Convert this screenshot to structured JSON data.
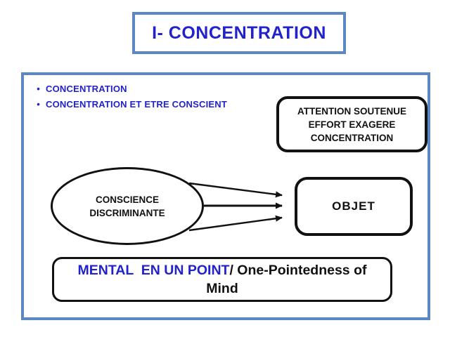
{
  "slide": {
    "title": "I- CONCENTRATION",
    "bullet_marker": "•",
    "bullets": [
      "CONCENTRATION",
      "CONCENTRATION ET ETRE CONSCIENT"
    ],
    "attention_box": {
      "lines": [
        "ATTENTION SOUTENUE",
        "EFFORT EXAGERE",
        "CONCENTRATION"
      ]
    },
    "ellipse": {
      "lines": [
        "CONSCIENCE",
        "DISCRIMINANTE"
      ]
    },
    "object_box": {
      "label": "OBJET"
    },
    "bottom_box": {
      "blue_text": "MENTAL  EN UN POINT",
      "black_text": "/ One-Pointedness of",
      "second_line": "Mind"
    },
    "colors": {
      "blue_text": "#2222cc",
      "frame_blue": "#5b87c5",
      "shape_outline": "#111111",
      "background": "#ffffff"
    }
  }
}
